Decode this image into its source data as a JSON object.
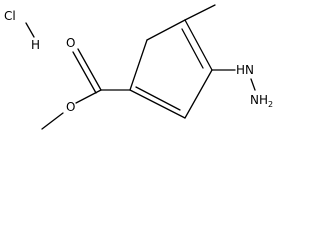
{
  "salt": {
    "chlorine": "Cl",
    "hydrogen": "H"
  },
  "molecule": {
    "carbonyl_oxygen": "O",
    "ester_oxygen": "O",
    "hydrazine_n1": "HN",
    "hydrazine_n2": "NH",
    "hydrazine_n2_subscript": "2"
  }
}
